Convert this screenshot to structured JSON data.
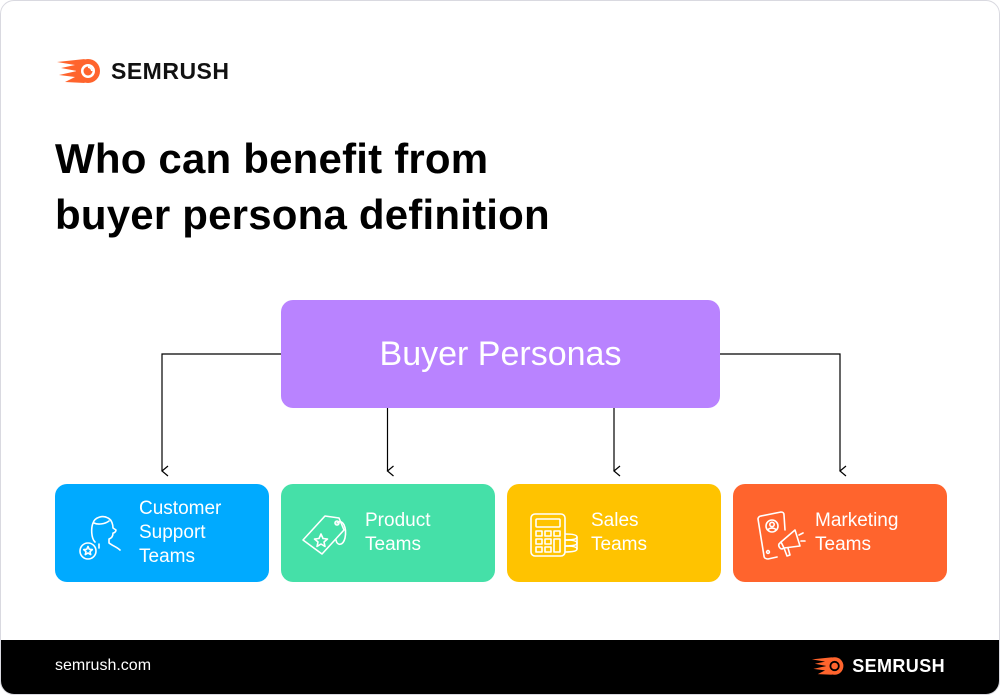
{
  "header": {
    "brand": "SEMRUSH",
    "brand_color": "#ff642d"
  },
  "title": {
    "line1": "Who can benefit from",
    "line2": "buyer persona definition"
  },
  "diagram": {
    "root": {
      "label": "Buyer Personas",
      "color": "#b983ff"
    },
    "children": [
      {
        "label_lines": [
          "Customer",
          "Support",
          "Teams"
        ],
        "icon": "customer-support-icon",
        "color": "#00aaff"
      },
      {
        "label_lines": [
          "Product",
          "Teams"
        ],
        "icon": "price-tag-star-icon",
        "color": "#45e0a8"
      },
      {
        "label_lines": [
          "Sales",
          "Teams"
        ],
        "icon": "calculator-coins-icon",
        "color": "#ffc300"
      },
      {
        "label_lines": [
          "Marketing",
          "Teams"
        ],
        "icon": "phone-megaphone-icon",
        "color": "#ff642d"
      }
    ]
  },
  "footer": {
    "url": "semrush.com",
    "brand": "SEMRUSH"
  }
}
